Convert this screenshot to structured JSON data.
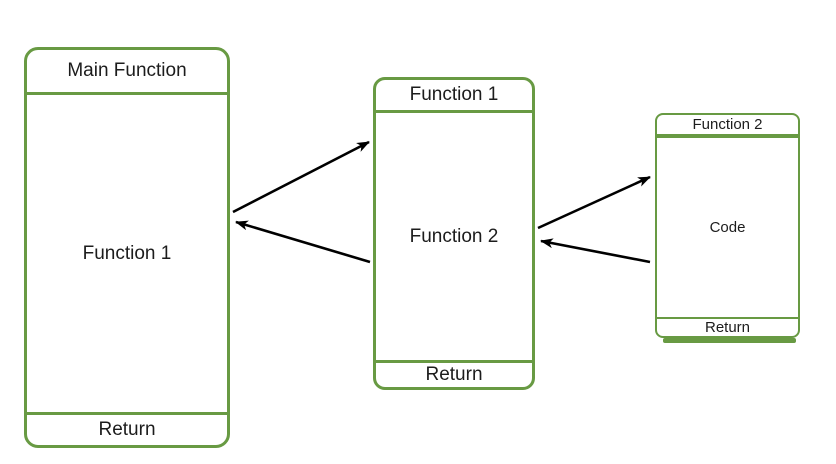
{
  "diagram": {
    "background": "#ffffff",
    "accent_green": "#689a43",
    "arrow_color": "#000000",
    "text_color": "#1c1c1c",
    "frames": [
      {
        "id": "main-function",
        "header": "Main Function",
        "body": "Function 1",
        "footer": "Return"
      },
      {
        "id": "function-1",
        "header": "Function 1",
        "body": "Function 2",
        "footer": "Return"
      },
      {
        "id": "function-2",
        "header": "Function 2",
        "body": "Code",
        "footer": "Return"
      }
    ],
    "arrows": [
      {
        "from": "Main Function",
        "to": "Function 1",
        "type": "call"
      },
      {
        "from": "Function 1",
        "to": "Main Function",
        "type": "return"
      },
      {
        "from": "Function 1",
        "to": "Function 2",
        "type": "call"
      },
      {
        "from": "Function 2",
        "to": "Function 1",
        "type": "return"
      }
    ]
  }
}
